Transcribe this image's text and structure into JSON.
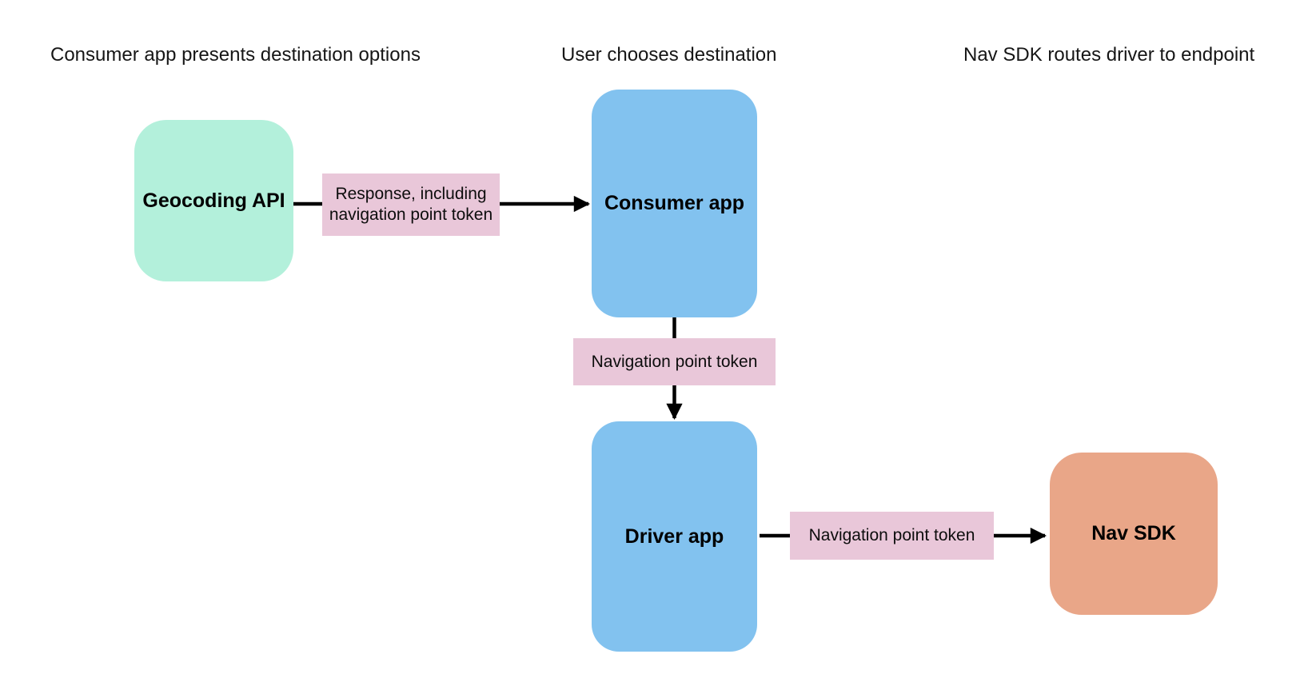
{
  "diagram": {
    "type": "flowchart",
    "columns": [
      {
        "label": "Consumer app presents destination options"
      },
      {
        "label": "User chooses destination"
      },
      {
        "label": "Nav SDK routes driver to endpoint"
      }
    ],
    "nodes": {
      "geocoding_api": {
        "label": "Geocoding API",
        "color": "#b3f0db"
      },
      "consumer_app": {
        "label": "Consumer app",
        "color": "#82c2ef"
      },
      "driver_app": {
        "label": "Driver app",
        "color": "#82c2ef"
      },
      "nav_sdk": {
        "label": "Nav SDK",
        "color": "#e9a688"
      }
    },
    "edges": {
      "geocoding_to_consumer": {
        "from": "Geocoding API",
        "to": "Consumer app",
        "label": "Response, including navigation point token"
      },
      "consumer_to_driver": {
        "from": "Consumer app",
        "to": "Driver app",
        "label": "Navigation point token"
      },
      "driver_to_navsdk": {
        "from": "Driver app",
        "to": "Nav SDK",
        "label": "Navigation point token"
      }
    },
    "colors": {
      "edge_label_bg": "#e9c7d9",
      "arrow": "#000000",
      "background": "#ffffff"
    }
  }
}
